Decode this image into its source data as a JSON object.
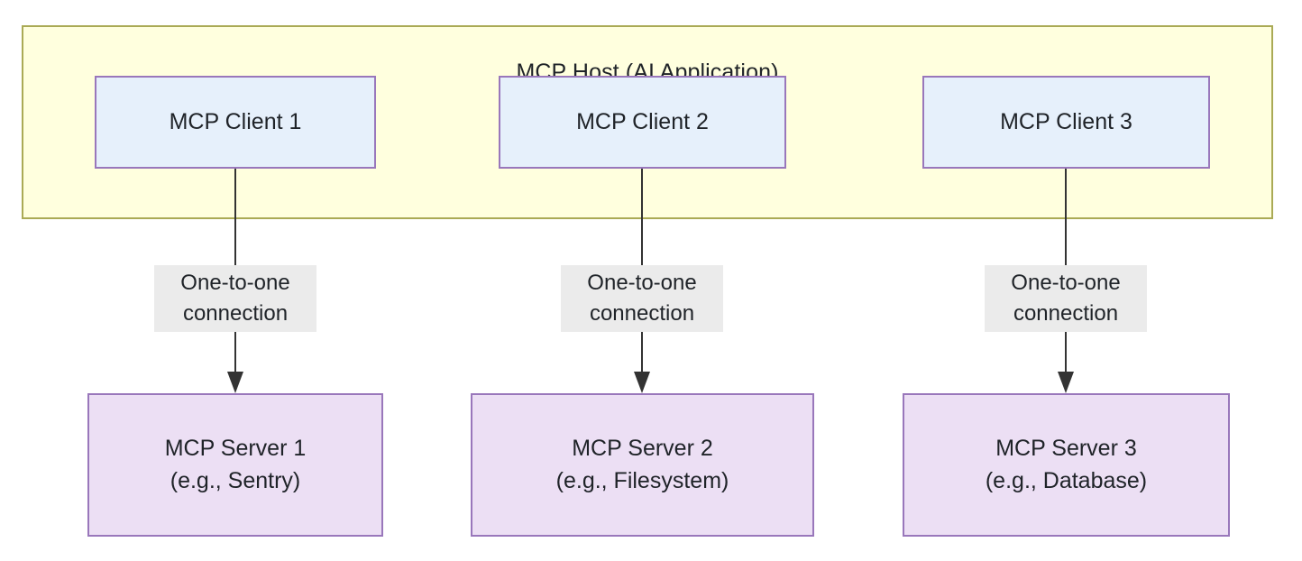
{
  "diagram": {
    "title": "MCP Host (AI Application)",
    "host": {
      "label": "MCP Host (AI Application)",
      "fill_color": "#ffffde",
      "border_color": "#aaaa55"
    },
    "clients": [
      {
        "label": "MCP Client 1"
      },
      {
        "label": "MCP Client 2"
      },
      {
        "label": "MCP Client 3"
      }
    ],
    "servers": [
      {
        "label": "MCP Server 1",
        "sublabel": "(e.g., Sentry)"
      },
      {
        "label": "MCP Server 2",
        "sublabel": "(e.g., Filesystem)"
      },
      {
        "label": "MCP Server 3",
        "sublabel": "(e.g., Database)"
      }
    ],
    "edges": [
      {
        "from": "MCP Client 1",
        "to": "MCP Server 1",
        "label_line1": "One-to-one",
        "label_line2": "connection"
      },
      {
        "from": "MCP Client 2",
        "to": "MCP Server 2",
        "label_line1": "One-to-one",
        "label_line2": "connection"
      },
      {
        "from": "MCP Client 3",
        "to": "MCP Server 3",
        "label_line1": "One-to-one",
        "label_line2": "connection"
      }
    ],
    "colors": {
      "client_fill": "#e6f0fb",
      "client_border": "#9977bb",
      "server_fill": "#ecdff4",
      "server_border": "#9977bb",
      "host_fill": "#ffffde",
      "host_border": "#aaaa55",
      "edge_stroke": "#333333",
      "edge_label_bg": "#ebebeb",
      "text": "#1f2328"
    }
  }
}
